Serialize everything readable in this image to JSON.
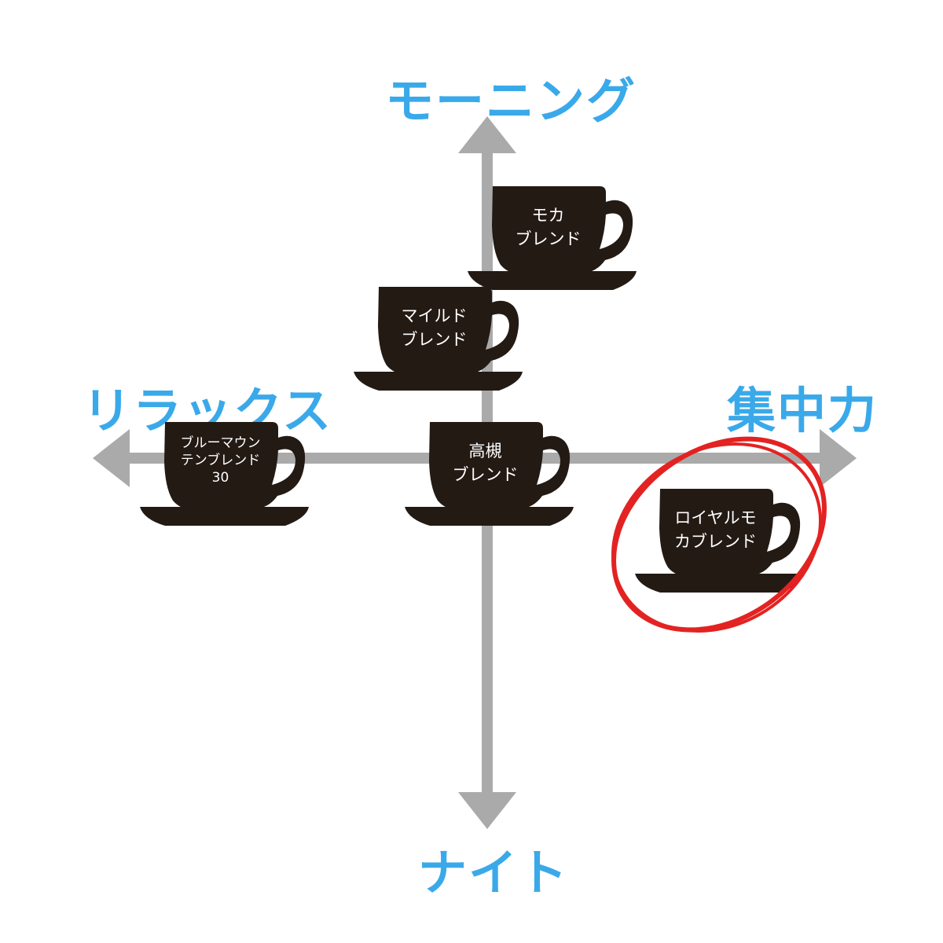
{
  "axes": {
    "top": "モーニング",
    "bottom": "ナイト",
    "left": "リラックス",
    "right": "集中力"
  },
  "cups": [
    {
      "name": "moka",
      "lines": [
        "モカ",
        "ブレンド"
      ]
    },
    {
      "name": "mild",
      "lines": [
        "マイルド",
        "ブレンド"
      ]
    },
    {
      "name": "blue-mountain",
      "lines": [
        "ブルーマウン",
        "テンブレンド",
        "30"
      ]
    },
    {
      "name": "takatsuki",
      "lines": [
        "高槻",
        "ブレンド"
      ]
    },
    {
      "name": "royal-moka",
      "lines": [
        "ロイヤルモ",
        "カブレンド"
      ]
    }
  ],
  "colors": {
    "axis": "#aaaaaa",
    "label": "#3aa9ea",
    "cup": "#231a14",
    "highlight": "#e32222"
  }
}
